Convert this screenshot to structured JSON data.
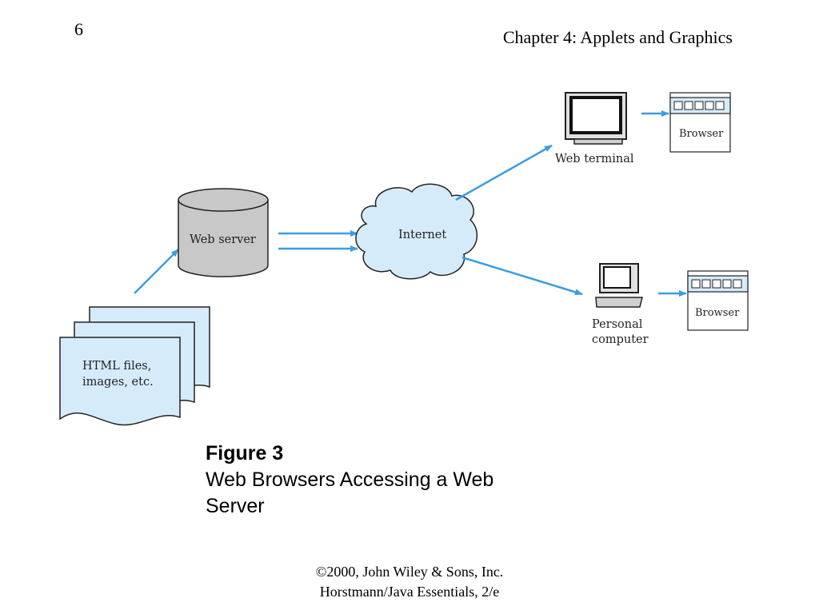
{
  "header": {
    "page_number": "6",
    "chapter_title": "Chapter 4: Applets and Graphics"
  },
  "diagram": {
    "web_server_label": "Web server",
    "internet_label": "Internet",
    "html_files_label_line1": "HTML files,",
    "html_files_label_line2": "images, etc.",
    "web_terminal_label": "Web terminal",
    "personal_computer_label_line1": "Personal",
    "personal_computer_label_line2": "computer",
    "browser_label_top": "Browser",
    "browser_label_bottom": "Browser",
    "colors": {
      "arrow": "#3a9ee0",
      "document_fill": "#d6ebfa",
      "cylinder_fill": "#c8c8c8",
      "cloud_fill": "#d6ebfa",
      "browser_toolbar": "#d6ebfa"
    }
  },
  "caption": {
    "figure_number": "Figure 3",
    "figure_title": "Web Browsers Accessing a Web Server"
  },
  "footer": {
    "line1": "©2000, John Wiley & Sons, Inc.",
    "line2": "Horstmann/Java Essentials, 2/e"
  }
}
